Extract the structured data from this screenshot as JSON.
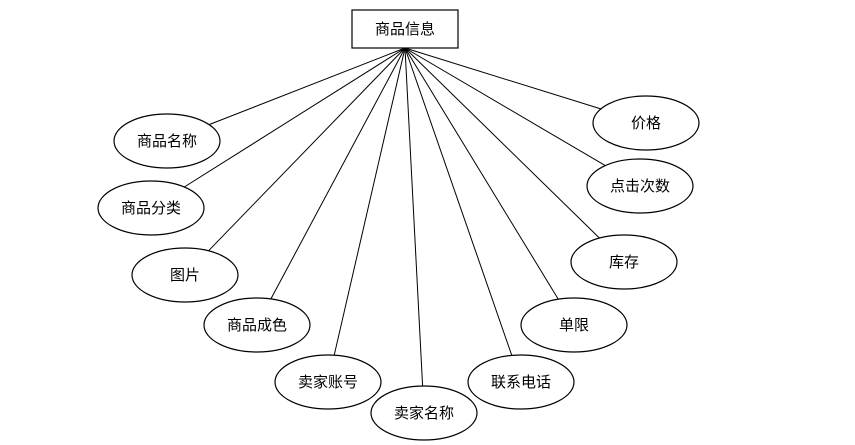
{
  "diagram": {
    "type": "er-entity-attributes",
    "entity": {
      "label": "商品信息"
    },
    "attributes": [
      {
        "label": "商品名称"
      },
      {
        "label": "商品分类"
      },
      {
        "label": "图片"
      },
      {
        "label": "商品成色"
      },
      {
        "label": "卖家账号"
      },
      {
        "label": "卖家名称"
      },
      {
        "label": "联系电话"
      },
      {
        "label": "单限"
      },
      {
        "label": "库存"
      },
      {
        "label": "点击次数"
      },
      {
        "label": "价格"
      }
    ]
  }
}
